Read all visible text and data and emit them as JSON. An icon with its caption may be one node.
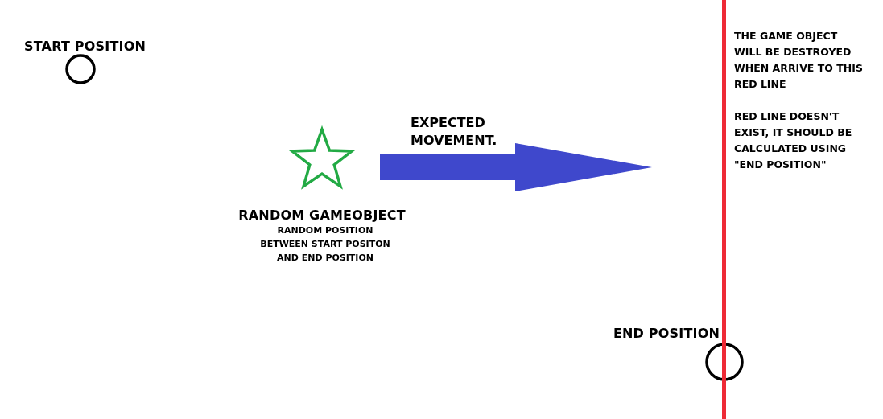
{
  "diagram": {
    "nodes": [
      {
        "text": [
          "START POSITION"
        ]
      },
      {
        "text": [
          "RANDOM GAMEOBJECT",
          "RANDOM POSITION BETWEEN START POSITON AND END POSITION"
        ]
      },
      {
        "text": [
          "END POSITION"
        ]
      },
      {
        "text": [],
        "shape": "bar",
        "beside": [
          "THE GAME OBJECT WILL BE DESTROYED WHEN ARRIVE TO THIS RED LINE",
          "RED LINE DOESN'T EXIST, IT SHOULD BE CALCULATED USING \"END POSITION\""
        ]
      }
    ],
    "labels": [
      "EXPECTED MOVEMENT."
    ]
  }
}
